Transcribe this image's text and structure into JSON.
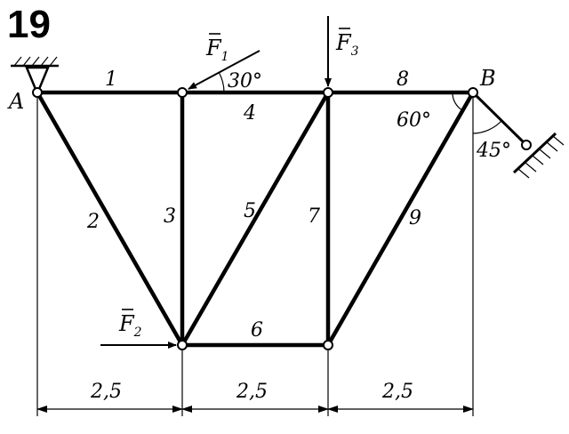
{
  "problem": {
    "number": "19"
  },
  "nodes": {
    "a": "A",
    "b": "B"
  },
  "members": {
    "m1": "1",
    "m2": "2",
    "m3": "3",
    "m4": "4",
    "m5": "5",
    "m6": "6",
    "m7": "7",
    "m8": "8",
    "m9": "9"
  },
  "forces": {
    "f1": {
      "letter": "F",
      "index": "1"
    },
    "f2": {
      "letter": "F",
      "index": "2"
    },
    "f3": {
      "letter": "F",
      "index": "3"
    }
  },
  "angles": {
    "f1_angle": "30°",
    "b_angle": "60°",
    "rod_angle": "45°"
  },
  "dimensions": {
    "d1": "2,5",
    "d2": "2,5",
    "d3": "2,5"
  }
}
